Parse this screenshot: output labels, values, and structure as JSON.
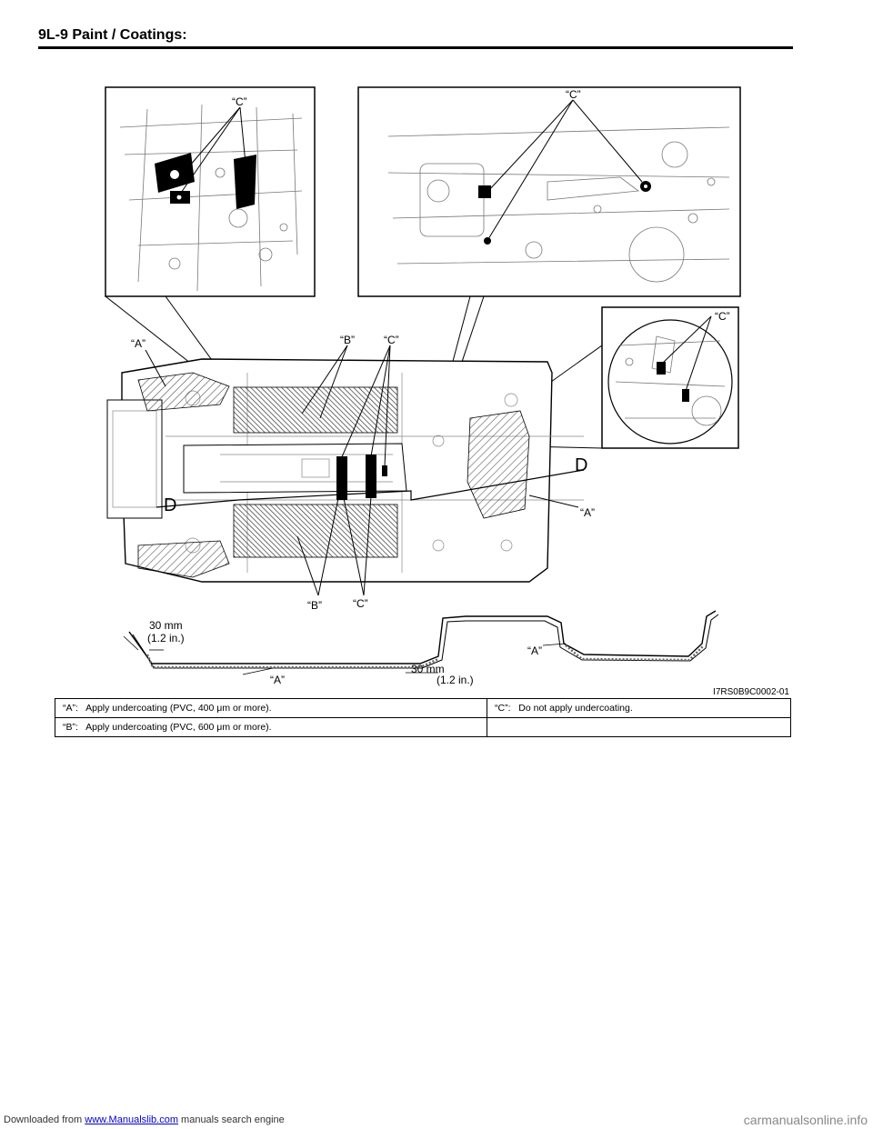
{
  "header": {
    "title": "9L-9   Paint / Coatings:"
  },
  "figure": {
    "callouts": {
      "a": "“A”",
      "b": "“B”",
      "c": "“C”",
      "d": "D",
      "dim_mm": "30 mm",
      "dim_in": "(1.2 in.)"
    },
    "figure_id": "I7RS0B9C0002-01"
  },
  "legend": {
    "a_key": "“A”:",
    "a_text": "Apply undercoating (PVC, 400 μm or more).",
    "b_key": "“B”:",
    "b_text": "Apply undercoating (PVC, 600 μm or more).",
    "c_key": "“C”:",
    "c_text": "Do not apply undercoating."
  },
  "footer": {
    "prefix": "Downloaded from ",
    "link": "www.Manualslib.com",
    "suffix": " manuals search engine",
    "watermark": "carmanualsonline.info"
  }
}
